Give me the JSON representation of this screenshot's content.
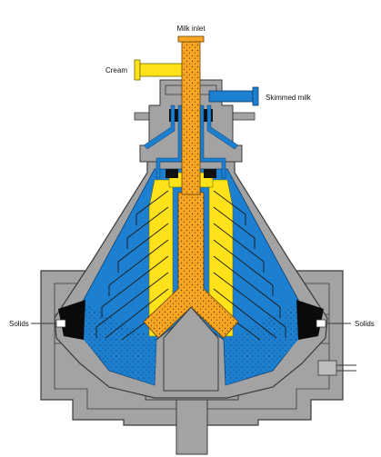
{
  "labels": {
    "milk_inlet": "Milk inlet",
    "cream": "Cream",
    "skimmed_milk": "Skimmed milk",
    "solids_left": "Solids",
    "solids_right": "Solids"
  },
  "colors": {
    "housing": "#a3a3a3",
    "housing_stroke": "#3a3a3a",
    "skim_blue": "#1d7fd0",
    "cream_yellow": "#ffe21a",
    "milk_orange": "#f6a623",
    "solids_black": "#0a0a0a",
    "disc_line": "#1a1a1a"
  }
}
